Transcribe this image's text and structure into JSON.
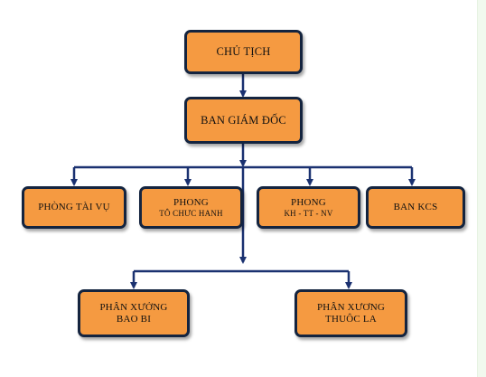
{
  "org_chart": {
    "chairman": {
      "line1": "CHỦ TỊCH"
    },
    "board": {
      "line1": "BAN GIÁM ĐỐC"
    },
    "departments": [
      {
        "line1": "PHÒNG TÀI VỤ",
        "line2": ""
      },
      {
        "line1": "PHONG",
        "line2": "TÔ CHƯC HANH"
      },
      {
        "line1": "PHONG",
        "line2": "KH - TT - NV"
      },
      {
        "line1": "BAN KCS",
        "line2": ""
      }
    ],
    "workshops": [
      {
        "line1": "PHÂN XƯỞNG",
        "line2": "BAO BI"
      },
      {
        "line1": "PHÂN XƯƠNG",
        "line2": "THUÔC LA"
      }
    ],
    "colors": {
      "box_fill": "#f59a41",
      "box_border": "#14243f",
      "connector": "#1a3170"
    }
  }
}
